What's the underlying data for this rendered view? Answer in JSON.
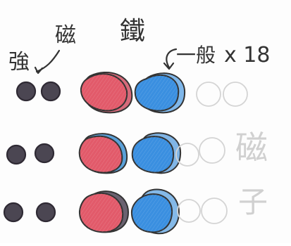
{
  "annotations": {
    "strong_label": "強",
    "magnet_label": "磁",
    "iron_label": "鐵",
    "ordinary_label": "一般",
    "count_label": "x 18",
    "zi_faint_label": "磁",
    "zi2_faint_label": "子"
  },
  "colors": {
    "magnet_red": "#e25a6a",
    "magnet_blue": "#3a8fe0",
    "strong_dot": "#4a4550",
    "pencil": "#333333",
    "faint_pencil": "#d4d4d4"
  }
}
